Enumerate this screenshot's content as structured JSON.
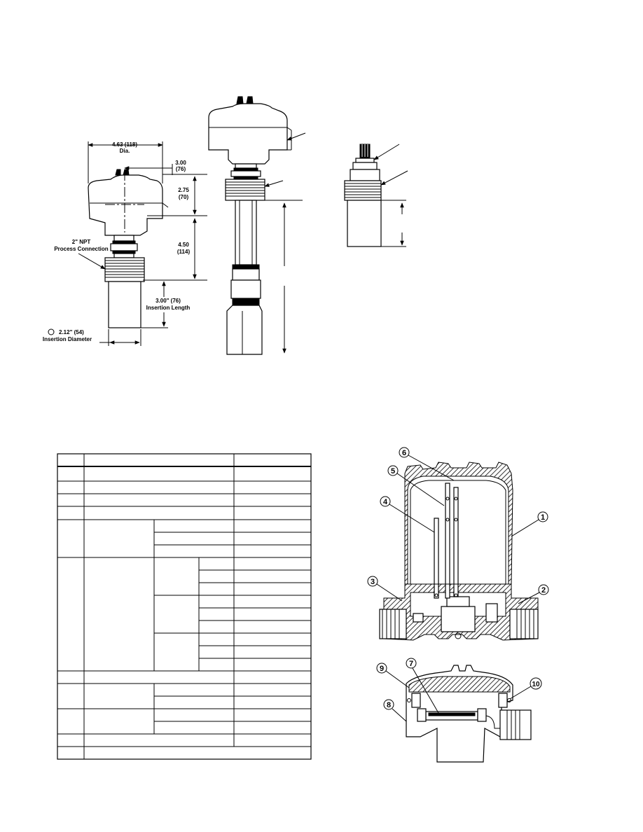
{
  "dimension_drawing": {
    "dia_value": "4.63 (118)",
    "dia_suffix": "Dia.",
    "offset_value": "3.00",
    "offset_metric": "(76)",
    "head_height_value": "2.75",
    "head_height_metric": "(70)",
    "neck_height_value": "4.50",
    "neck_height_metric": "(114)",
    "process_connection_line1": "2\" NPT",
    "process_connection_line2": "Process Connection",
    "insertion_length_line1": "3.00\" (76)",
    "insertion_length_line2": "Insertion Length",
    "insertion_diameter_line1": "2.12\" (54)",
    "insertion_diameter_line2": "Insertion Diameter"
  },
  "exploded_view": {
    "callouts": [
      "1",
      "2",
      "3",
      "4",
      "5",
      "6",
      "7",
      "8",
      "9",
      "10"
    ]
  }
}
